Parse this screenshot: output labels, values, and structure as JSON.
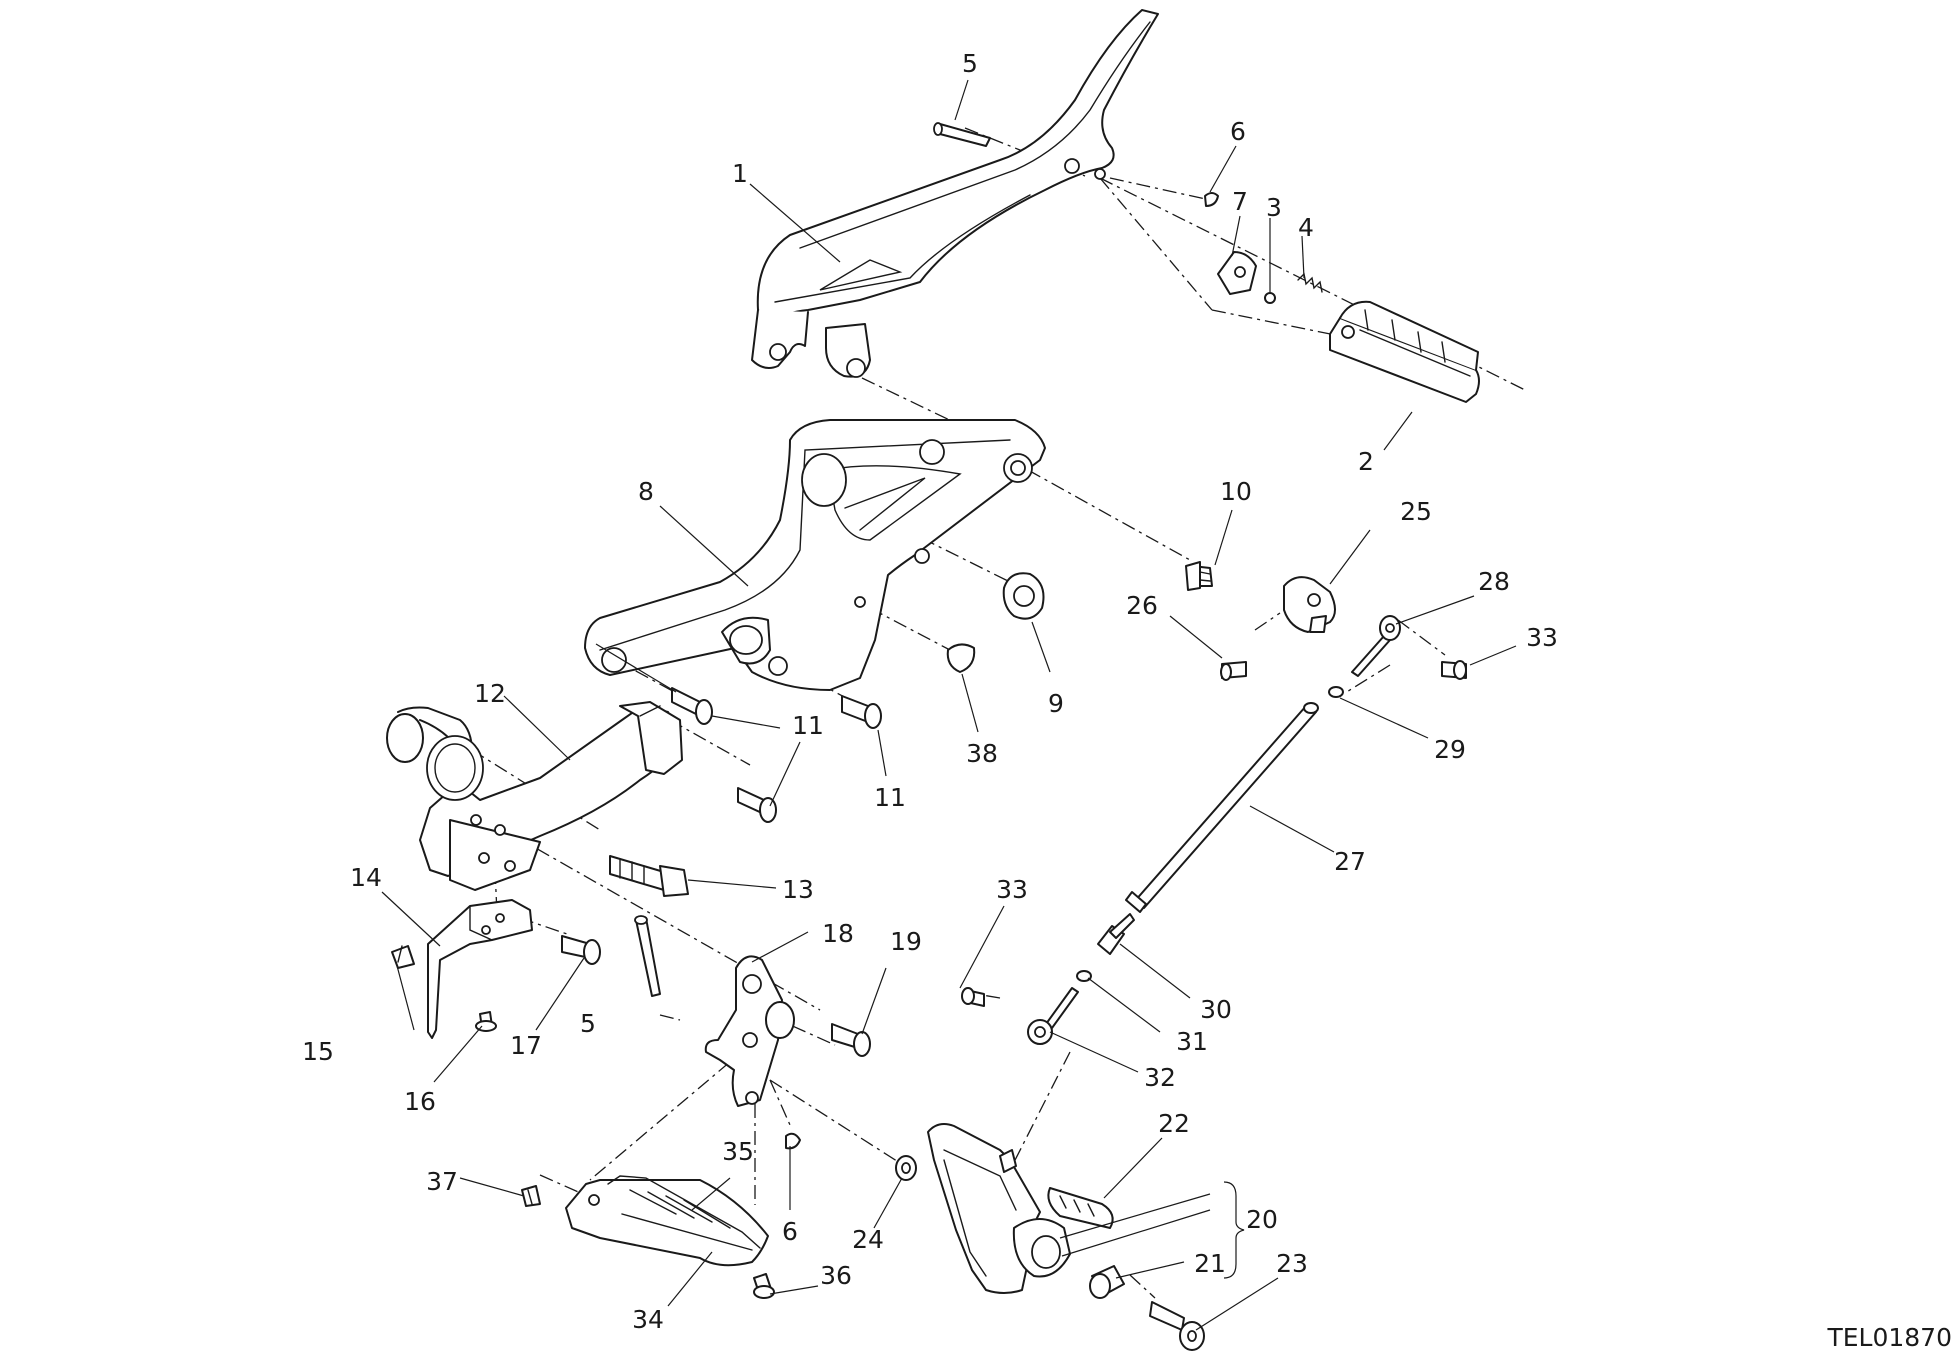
{
  "drawing_code": "TEL01870",
  "callouts": [
    {
      "number": "1"
    },
    {
      "number": "2"
    },
    {
      "number": "3"
    },
    {
      "number": "4"
    },
    {
      "number": "5"
    },
    {
      "number": "6"
    },
    {
      "number": "7"
    },
    {
      "number": "8"
    },
    {
      "number": "9"
    },
    {
      "number": "10"
    },
    {
      "number": "25"
    },
    {
      "number": "26"
    },
    {
      "number": "28"
    },
    {
      "number": "33"
    },
    {
      "number": "11"
    },
    {
      "number": "11"
    },
    {
      "number": "38"
    },
    {
      "number": "12"
    },
    {
      "number": "29"
    },
    {
      "number": "27"
    },
    {
      "number": "13"
    },
    {
      "number": "14"
    },
    {
      "number": "18"
    },
    {
      "number": "19"
    },
    {
      "number": "33"
    },
    {
      "number": "30"
    },
    {
      "number": "31"
    },
    {
      "number": "32"
    },
    {
      "number": "5"
    },
    {
      "number": "17"
    },
    {
      "number": "15"
    },
    {
      "number": "16"
    },
    {
      "number": "22"
    },
    {
      "number": "20"
    },
    {
      "number": "21"
    },
    {
      "number": "23"
    },
    {
      "number": "35"
    },
    {
      "number": "37"
    },
    {
      "number": "6"
    },
    {
      "number": "24"
    },
    {
      "number": "34"
    },
    {
      "number": "36"
    }
  ]
}
